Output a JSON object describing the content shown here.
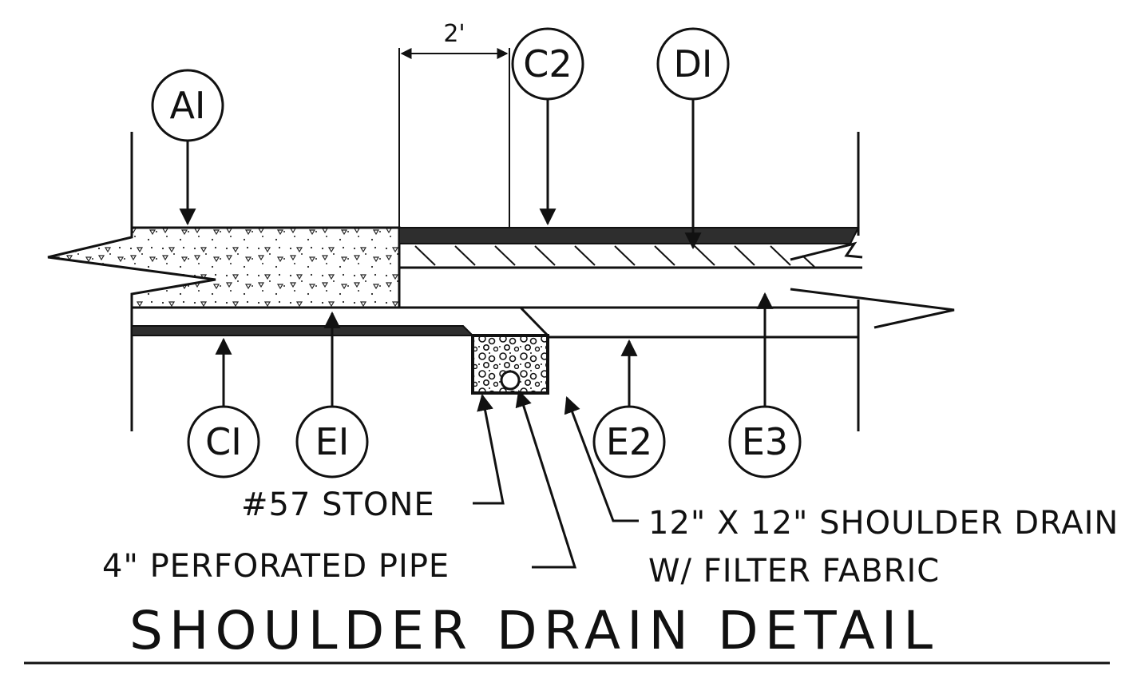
{
  "title": "SHOULDER DRAIN DETAIL",
  "dimension": "2'",
  "callouts": {
    "a1": "AI",
    "c1": "CI",
    "c2": "C2",
    "d1": "DI",
    "e1": "EI",
    "e2": "E2",
    "e3": "E3"
  },
  "notes": {
    "stone": "#57 STONE",
    "pipe": "4\" PERFORATED PIPE",
    "drain_line1": "12\" X 12\" SHOULDER DRAIN",
    "drain_line2": "W/ FILTER FABRIC"
  },
  "colors": {
    "ink": "#111111",
    "asphalt": "#2e2e2e",
    "background": "#ffffff"
  }
}
